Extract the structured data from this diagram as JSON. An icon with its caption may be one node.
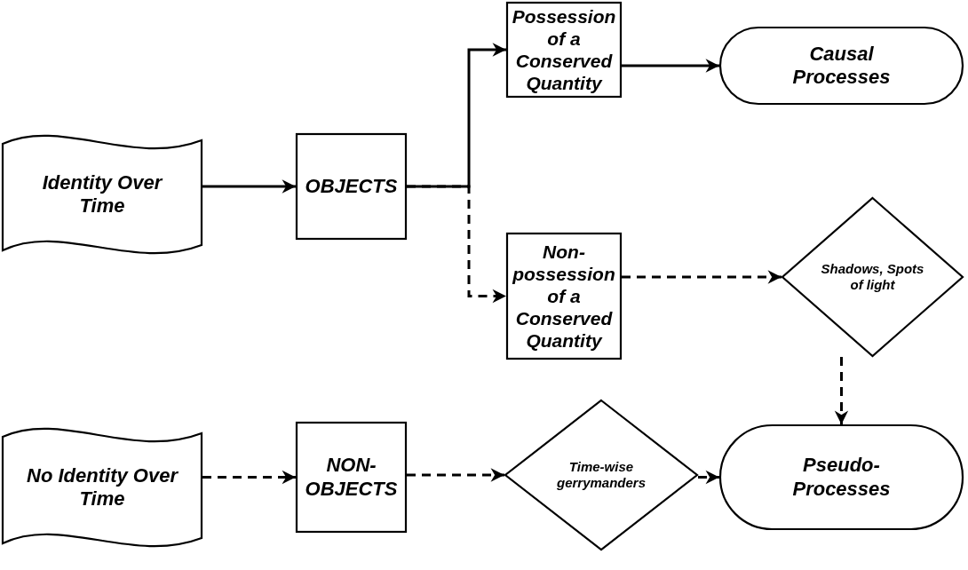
{
  "diagram": {
    "nodes": [
      {
        "text": [
          "Identity Over Time"
        ]
      },
      {
        "text": [
          "OBJECTS"
        ]
      },
      {
        "text": [
          "Possession of a Conserved Quantity"
        ]
      },
      {
        "text": [
          "Causal Processes"
        ]
      },
      {
        "text": [
          "Non-possession of a Conserved Quantity"
        ]
      },
      {
        "text": [
          "Shadows, Spots of light"
        ]
      },
      {
        "text": [
          "No Identity Over Time"
        ]
      },
      {
        "text": [
          "NON-OBJECTS"
        ]
      },
      {
        "text": [
          "Time-wise gerrymanders"
        ]
      },
      {
        "text": [
          "Pseudo-Processes"
        ]
      }
    ],
    "edges": [
      {
        "from": 0,
        "to": 1,
        "arrow": "to"
      },
      {
        "from": 1,
        "to": 2,
        "arrow": "to"
      },
      {
        "from": 1,
        "to": 4,
        "arrow": "to",
        "style": "dashed"
      },
      {
        "from": 2,
        "to": 3,
        "arrow": "to"
      },
      {
        "from": 4,
        "to": 5,
        "arrow": "to",
        "style": "dashed"
      },
      {
        "from": 5,
        "to": 9,
        "arrow": "to",
        "style": "dashed"
      },
      {
        "from": 6,
        "to": 7,
        "arrow": "to",
        "style": "dashed"
      },
      {
        "from": 7,
        "to": 8,
        "arrow": "to",
        "style": "dashed"
      },
      {
        "from": 8,
        "to": 9,
        "arrow": "to",
        "style": "dashed"
      }
    ]
  }
}
